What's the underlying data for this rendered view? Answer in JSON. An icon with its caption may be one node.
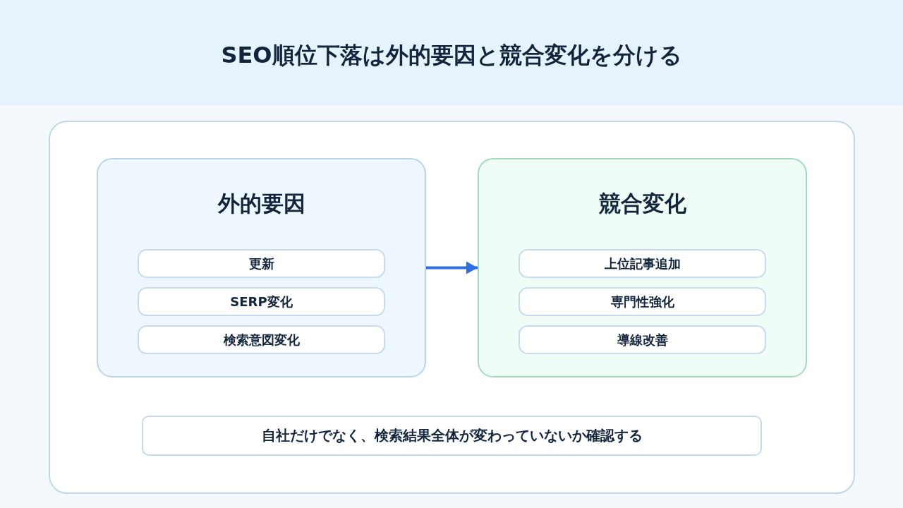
{
  "diagram": {
    "title": "SEO順位下落は外的要因と競合変化を分ける",
    "nodes": [
      {
        "text": [],
        "shape": "box"
      },
      {
        "text": [
          "外的要因"
        ],
        "in": 0
      },
      {
        "text": [
          "更新"
        ],
        "in": 1
      },
      {
        "text": [
          "SERP変化"
        ],
        "in": 1
      },
      {
        "text": [
          "検索意図変化"
        ],
        "in": 1
      },
      {
        "text": [
          "競合変化"
        ],
        "in": 0
      },
      {
        "text": [
          "上位記事追加"
        ],
        "in": 5
      },
      {
        "text": [
          "専門性強化"
        ],
        "in": 5
      },
      {
        "text": [
          "導線改善"
        ],
        "in": 5
      },
      {
        "text": [
          "自社だけでなく、検索結果全体が変わっていないか確認する"
        ],
        "in": 0
      }
    ],
    "edges": [
      {
        "from": 1,
        "to": 5,
        "arrow": "to"
      }
    ]
  }
}
